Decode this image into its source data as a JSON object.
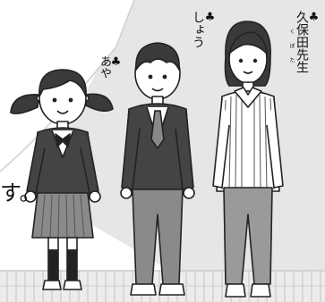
{
  "characters": [
    {
      "id": "aya",
      "marker": "♣",
      "name": "あや",
      "role": "student-girl"
    },
    {
      "id": "shou",
      "marker": "♣",
      "name": "しょう",
      "role": "student-boy"
    },
    {
      "id": "kubo",
      "marker": "♣",
      "name": "久保田先生",
      "ruby": [
        "く",
        "ぼ",
        "た"
      ],
      "role": "teacher"
    }
  ],
  "text_fragment": "す。"
}
